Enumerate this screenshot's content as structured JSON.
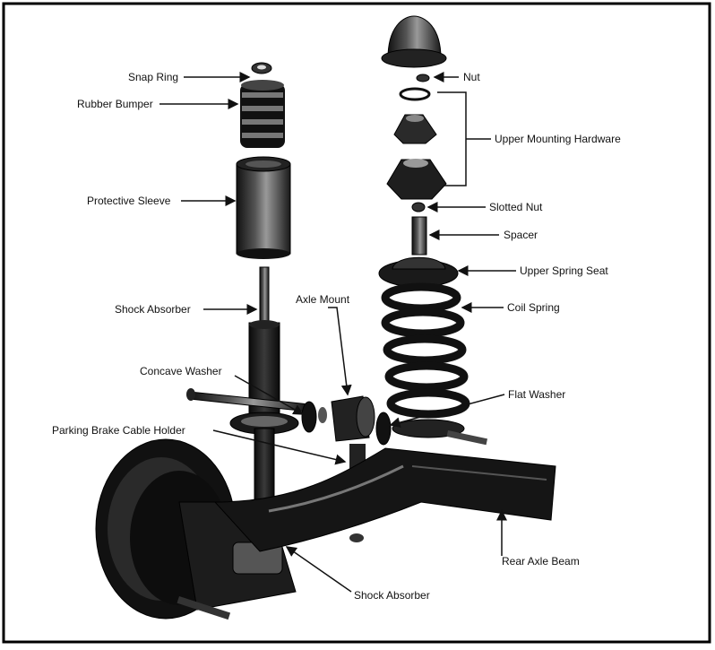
{
  "labels": {
    "snap_ring": "Snap Ring",
    "rubber_bumper": "Rubber Bumper",
    "protective_sleeve": "Protective Sleeve",
    "shock_absorber_top": "Shock Absorber",
    "axle_mount": "Axle Mount",
    "concave_washer": "Concave Washer",
    "parking_brake_cable_holder": "Parking Brake Cable Holder",
    "nut": "Nut",
    "upper_mounting_hardware": "Upper Mounting Hardware",
    "slotted_nut": "Slotted Nut",
    "spacer": "Spacer",
    "upper_spring_seat": "Upper Spring Seat",
    "coil_spring": "Coil Spring",
    "flat_washer": "Flat Washer",
    "rear_axle_beam": "Rear Axle Beam",
    "shock_absorber_bottom": "Shock Absorber"
  }
}
